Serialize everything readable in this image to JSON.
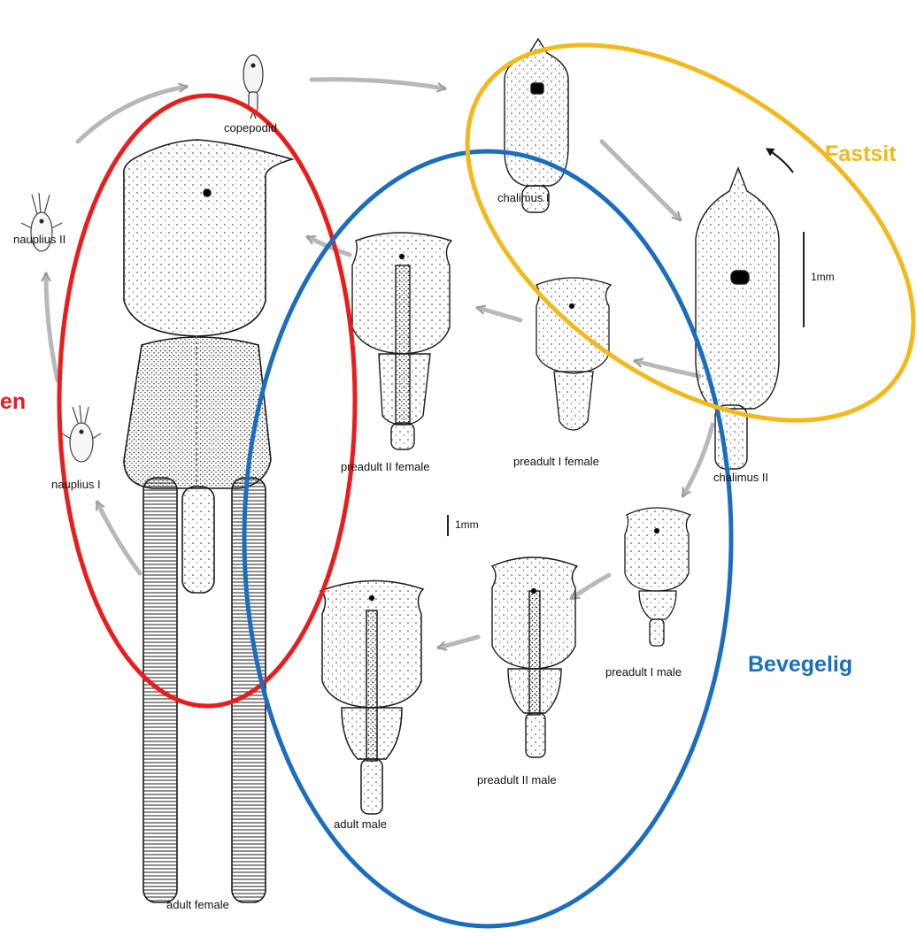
{
  "colors": {
    "red": "#ea1c1c",
    "blue": "#1b6ebe",
    "gold": "#f3b81a",
    "ink": "#1a1a1a",
    "arrow": "#b8b8b8"
  },
  "group_labels": {
    "gold": "Fastsit",
    "blue": "Bevegelig",
    "red": "en"
  },
  "stages": {
    "copepodid": "copepodid",
    "nauplius_2": "nauplius II",
    "nauplius_1": "nauplius I",
    "chalimus_1": "chalimus I",
    "chalimus_2": "chalimus II",
    "preadult_2_female": "preadult II female",
    "preadult_1_female": "preadult I female",
    "preadult_1_male": "preadult I male",
    "preadult_2_male": "preadult II male",
    "adult_male": "adult male",
    "adult_female": "adult female"
  },
  "scale_bars": {
    "left": "1mm",
    "right": "1mm"
  },
  "icons": {
    "cycle_arrows": "gray-arrow-icon",
    "small_arrow": "black-arrow-icon"
  }
}
